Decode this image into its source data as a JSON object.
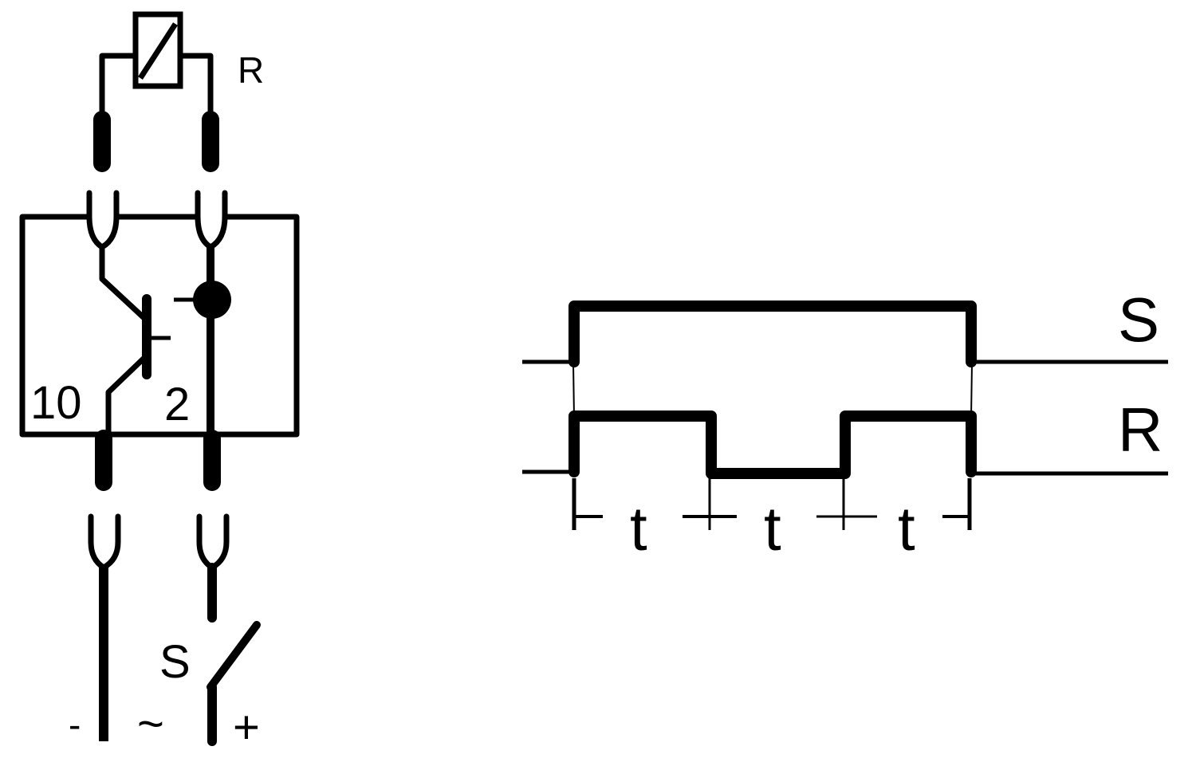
{
  "circuit": {
    "load_label": "R",
    "pin_left_label": "10",
    "pin_right_label": "2",
    "switch_label": "S",
    "minus_label": "-",
    "ac_label": "~",
    "plus_label": "+"
  },
  "timing": {
    "signal_top_label": "S",
    "signal_bottom_label": "R",
    "interval_labels": [
      "t",
      "t",
      "t"
    ]
  }
}
